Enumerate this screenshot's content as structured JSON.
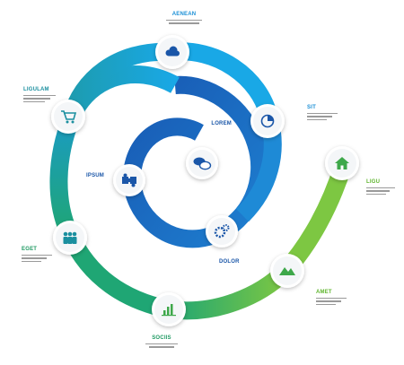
{
  "colors": {
    "dark_blue": "#1859b3",
    "blue": "#1e8ad6",
    "cyan": "#19a8e6",
    "teal": "#1d9cb0",
    "green": "#1fa674",
    "lime": "#7dc742",
    "icon_fill": "#ffffff",
    "icon_glyph_dark": "#1a56a8",
    "icon_glyph_teal": "#1a8f9f",
    "icon_glyph_green": "#3ea84a"
  },
  "steps": [
    {
      "key": "lorem",
      "title": "LOREM",
      "icon": "chat-bubbles-icon"
    },
    {
      "key": "dolor",
      "title": "DOLOR",
      "icon": "gears-icon"
    },
    {
      "key": "ipsum",
      "title": "IPSUM",
      "icon": "puzzle-icon"
    },
    {
      "key": "sit",
      "title": "SIT",
      "icon": "pie-chart-icon"
    },
    {
      "key": "aenean",
      "title": "AENEAN",
      "icon": "cloud-icon"
    },
    {
      "key": "ligulam",
      "title": "LIGULAM",
      "icon": "shopping-cart-icon"
    },
    {
      "key": "eget",
      "title": "EGET",
      "icon": "people-icon"
    },
    {
      "key": "sociis",
      "title": "SOCIIS",
      "icon": "bar-chart-icon"
    },
    {
      "key": "amet",
      "title": "AMET",
      "icon": "mountain-icon"
    },
    {
      "key": "ligu",
      "title": "LIGU",
      "icon": "home-icon"
    }
  ]
}
